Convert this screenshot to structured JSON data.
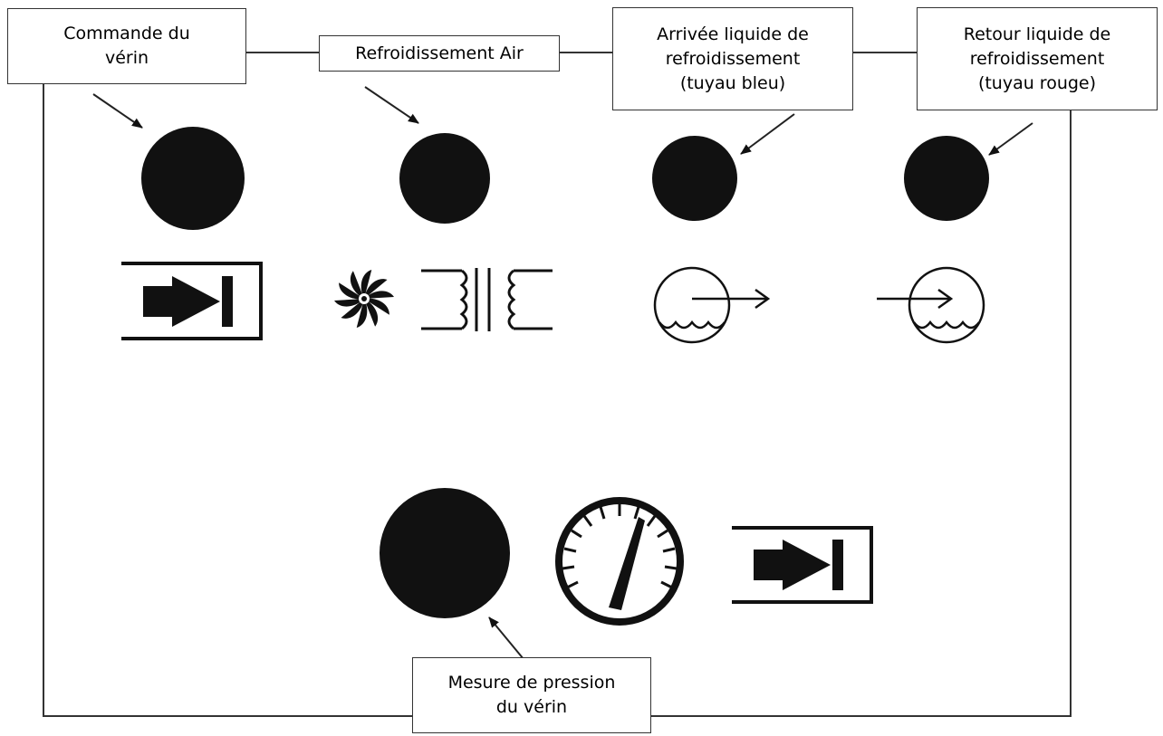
{
  "labels": {
    "commande_verin": "Commande du\nvérin",
    "refroidissement_air": "Refroidissement Air",
    "arrivee_liquide": "Arrivée liquide de\nrefroidissement\n(tuyau bleu)",
    "retour_liquide": "Retour liquide de\nrefroidissement\n(tuyau rouge)",
    "mesure_pression": "Mesure de pression\ndu vérin"
  },
  "symbols": [
    "cylinder-command-icon",
    "fan-cooling-icon",
    "transformer-icon",
    "coolant-inlet-icon",
    "coolant-outlet-icon",
    "pressure-gauge-icon",
    "cylinder-pressure-icon"
  ],
  "colors": {
    "stroke": "#333333",
    "fill": "#111111"
  }
}
